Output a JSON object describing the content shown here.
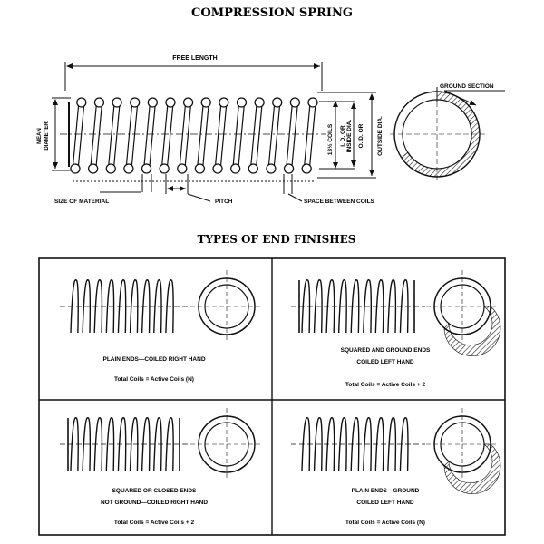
{
  "top": {
    "title": "COMPRESSION SPRING",
    "labels": {
      "free_length": "FREE LENGTH",
      "ground_section": "GROUND SECTION",
      "mean_diameter_1": "MEAN",
      "mean_diameter_2": "DIAMETER",
      "coils": "13½ COILS",
      "id_1": "I. D. OR",
      "id_2": "INSIDE DIA.",
      "od_1": "O. D. OR",
      "od_2": "OUTSIDE DIA.",
      "size_of_material": "SIZE OF MATERIAL",
      "pitch": "PITCH",
      "space_between_coils": "SPACE BETWEEN COILS"
    }
  },
  "section_title": "TYPES OF END FINISHES",
  "panels": [
    {
      "line1": "PLAIN ENDS—COILED RIGHT HAND",
      "line2": "",
      "formula": "Total Coils = Active Coils (N)"
    },
    {
      "line1": "SQUARED AND GROUND ENDS",
      "line2": "COILED LEFT HAND",
      "formula": "Total Coils = Active Coils + 2"
    },
    {
      "line1": "SQUARED OR CLOSED ENDS",
      "line2": "NOT GROUND—COILED RIGHT HAND",
      "formula": "Total Coils = Active Coils + 2"
    },
    {
      "line1": "PLAIN ENDS—GROUND",
      "line2": "COILED LEFT HAND",
      "formula": "Total Coils = Active Coils (N)"
    }
  ]
}
